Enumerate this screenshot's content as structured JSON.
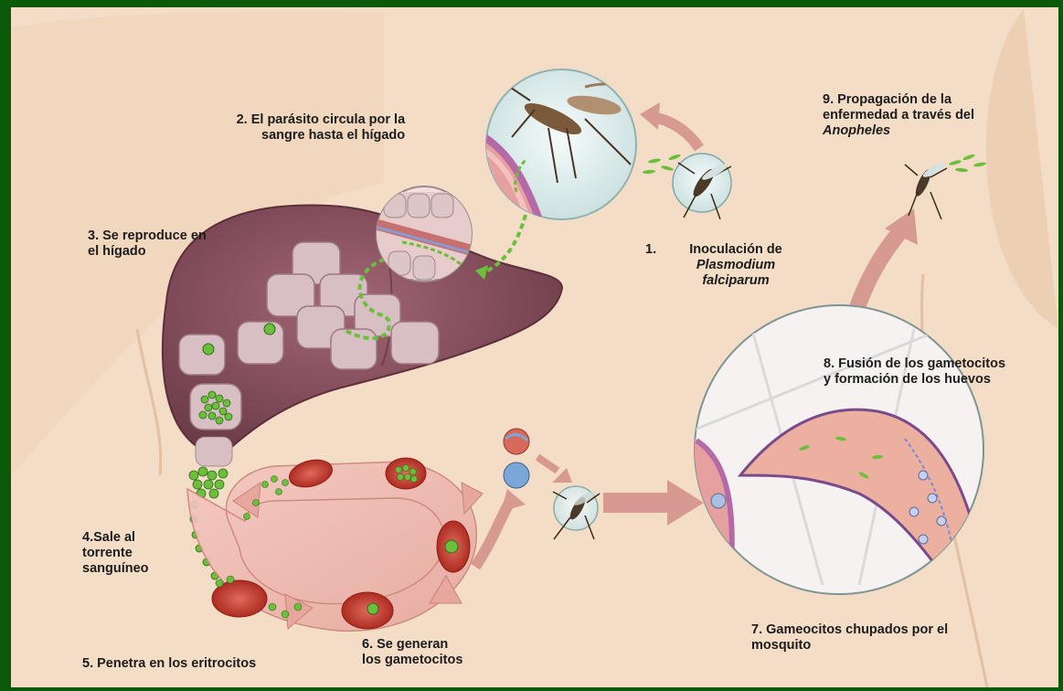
{
  "colors": {
    "frame": "#0a5a0a",
    "skin": "#f3ddc6",
    "skin_shade": "#e9c9ad",
    "liver": "#8e5562",
    "liver_dark": "#6c3c48",
    "cell": "#d8bfc4",
    "parasite": "#6bbf3a",
    "arrow": "#d79a92",
    "erythrocyte": "#c4372b",
    "text": "#1c1c1c"
  },
  "labels": {
    "step1_num": "1.",
    "step1_line1": "Inoculación de",
    "step1_line2": "Plasmodium",
    "step1_line3": "falciparum",
    "step2_line1": "2. El parásito circula por la",
    "step2_line2": "sangre hasta el hígado",
    "step3_line1": "3. Se reproduce en",
    "step3_line2": "el hígado",
    "step4_line1": "4.Sale al",
    "step4_line2": "torrente",
    "step4_line3": "sanguíneo",
    "step5": "5. Penetra en los eritrocitos",
    "step6_line1": "6. Se generan",
    "step6_line2": "los gametocitos",
    "step7_line1": "7. Gameocitos chupados por el",
    "step7_line2": "mosquito",
    "step8_line1": "8. Fusión de los gametocitos",
    "step8_line2": "y formación de los huevos",
    "step9_line1": "9. Propagación de la",
    "step9_line2": "enfermedad a través del",
    "step9_line3": "Anopheles"
  }
}
